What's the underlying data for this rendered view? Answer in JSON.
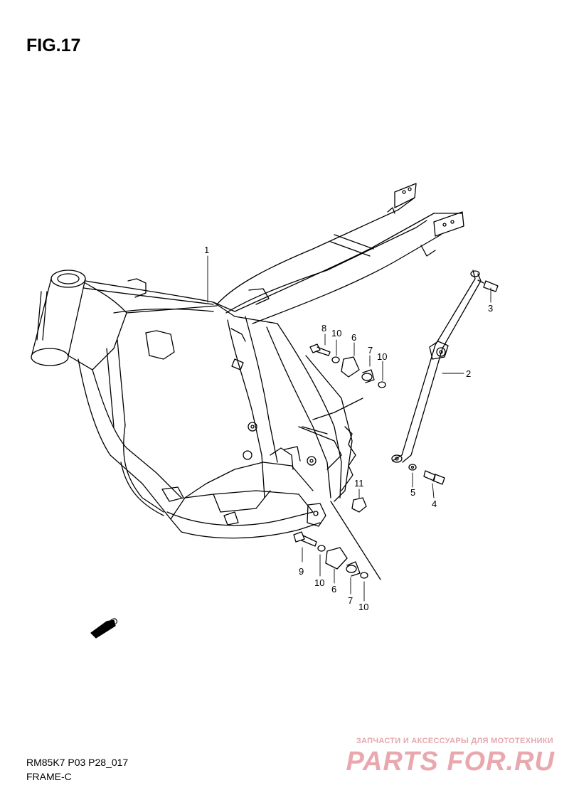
{
  "figure": {
    "title": "FIG.17"
  },
  "diagram": {
    "fwd_label": "FWD",
    "callouts": [
      {
        "id": "c1",
        "label": "1"
      },
      {
        "id": "c2",
        "label": "2"
      },
      {
        "id": "c3",
        "label": "3"
      },
      {
        "id": "c4",
        "label": "4"
      },
      {
        "id": "c5",
        "label": "5"
      },
      {
        "id": "c6a",
        "label": "6"
      },
      {
        "id": "c6b",
        "label": "6"
      },
      {
        "id": "c7a",
        "label": "7"
      },
      {
        "id": "c7b",
        "label": "7"
      },
      {
        "id": "c8",
        "label": "8"
      },
      {
        "id": "c9",
        "label": "9"
      },
      {
        "id": "c10a",
        "label": "10"
      },
      {
        "id": "c10b",
        "label": "10"
      },
      {
        "id": "c10c",
        "label": "10"
      },
      {
        "id": "c10d",
        "label": "10"
      },
      {
        "id": "c11",
        "label": "11"
      }
    ]
  },
  "footer": {
    "model_code": "RM85K7 P03 P28_017",
    "section_name": "FRAME-C"
  },
  "watermark": {
    "tagline": "ЗАПЧАСТИ И АКСЕССУАРЫ ДЛЯ МОТОТЕХНИКИ",
    "logo": "PARTS FOR.RU",
    "color": "#e9a8ae"
  }
}
